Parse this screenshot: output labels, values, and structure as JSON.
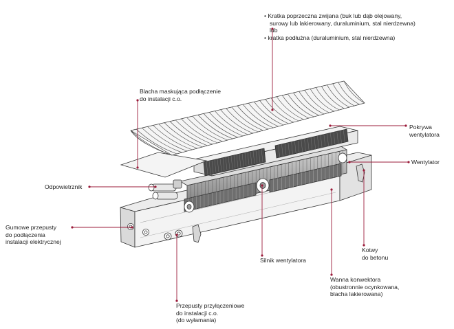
{
  "diagram": {
    "accent_color": "#9b1b3a",
    "labels": {
      "grille_transverse": {
        "lines": [
          "• Kratka poprzeczna zwijana (buk lub dąb olejowany,",
          "surowy lub lakierowany, duraluminium, stal nierdzewna)",
          "lub",
          "• kratka podłużna (duraluminium, stal nierdzewna)"
        ]
      },
      "masking_plate": {
        "lines": [
          "Blacha maskująca podłączenie",
          "do instalacji c.o."
        ]
      },
      "fan_cover": {
        "lines": [
          "Pokrywa",
          "wentylatora"
        ]
      },
      "fan": {
        "lines": [
          "Wentylator"
        ]
      },
      "air_vent": {
        "lines": [
          "Odpowietrznik"
        ]
      },
      "rubber_grommets": {
        "lines": [
          "Gumowe przepusty",
          "do podłączenia",
          "instalacji elektrycznej"
        ]
      },
      "fan_motor": {
        "lines": [
          "Silnik wentylatora"
        ]
      },
      "concrete_anchors": {
        "lines": [
          "Kotwy",
          "do betonu"
        ]
      },
      "convector_tub": {
        "lines": [
          "Wanna konwektora",
          "(obustronnie ocynkowana,",
          "blacha lakierowana)"
        ]
      },
      "connection_passages": {
        "lines": [
          "Przepusty przyłączeniowe",
          "do instalacji c.o.",
          "(do wyłamania)"
        ]
      }
    }
  }
}
